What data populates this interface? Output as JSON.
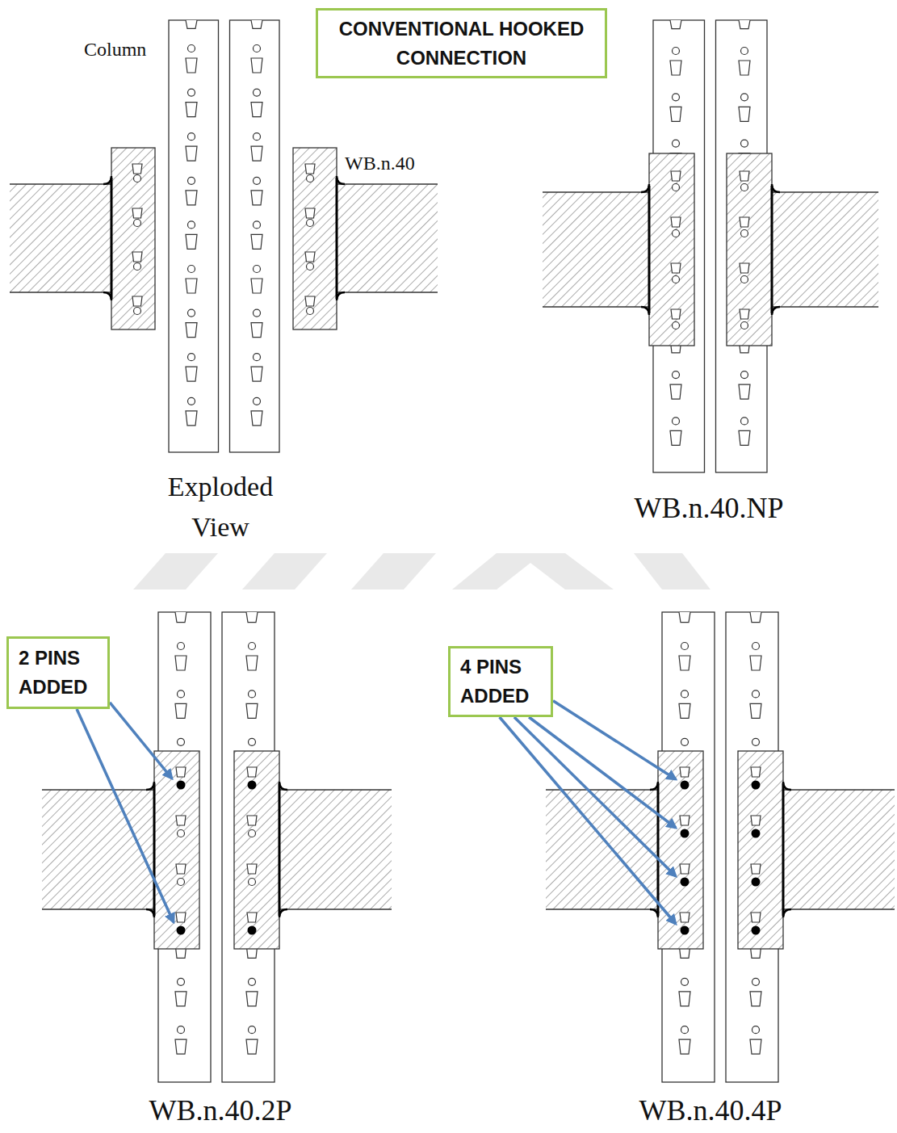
{
  "diagram": {
    "nodes": [
      {
        "text": [
          "CONVENTIONAL HOOKED CONNECTION"
        ]
      },
      {
        "text": [
          "2 PINS ADDED"
        ]
      },
      {
        "text": [
          "4 PINS ADDED"
        ]
      }
    ],
    "labels": [
      "Column",
      "WB.n.40",
      "Exploded View",
      "WB.n.40.NP",
      "WB.n.40.2P",
      "WB.n.40.4P"
    ]
  }
}
